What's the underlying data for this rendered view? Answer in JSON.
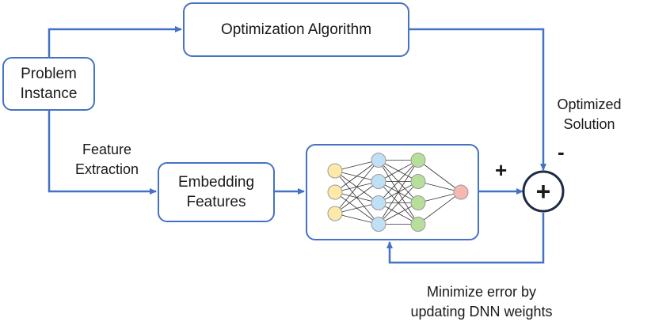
{
  "colors": {
    "stroke": "#4472c4",
    "input_node": "#fde9a8",
    "hidden1_node": "#bfe0f5",
    "hidden2_node": "#b6e09a",
    "output_node": "#f6b8b3"
  },
  "boxes": {
    "problem_instance": [
      "Problem",
      "Instance"
    ],
    "optimization_algorithm": "Optimization Algorithm",
    "embedding_features": [
      "Embedding",
      "Features"
    ]
  },
  "labels": {
    "feature_extraction": [
      "Feature",
      "Extraction"
    ],
    "optimized_solution": [
      "Optimized",
      "Solution"
    ],
    "minimize_error": [
      "Minimize error by",
      "updating DNN weights"
    ]
  },
  "signs": {
    "plus": "+",
    "minus": "-",
    "sum": "+"
  },
  "network": {
    "layers": [
      3,
      4,
      4,
      1
    ]
  }
}
